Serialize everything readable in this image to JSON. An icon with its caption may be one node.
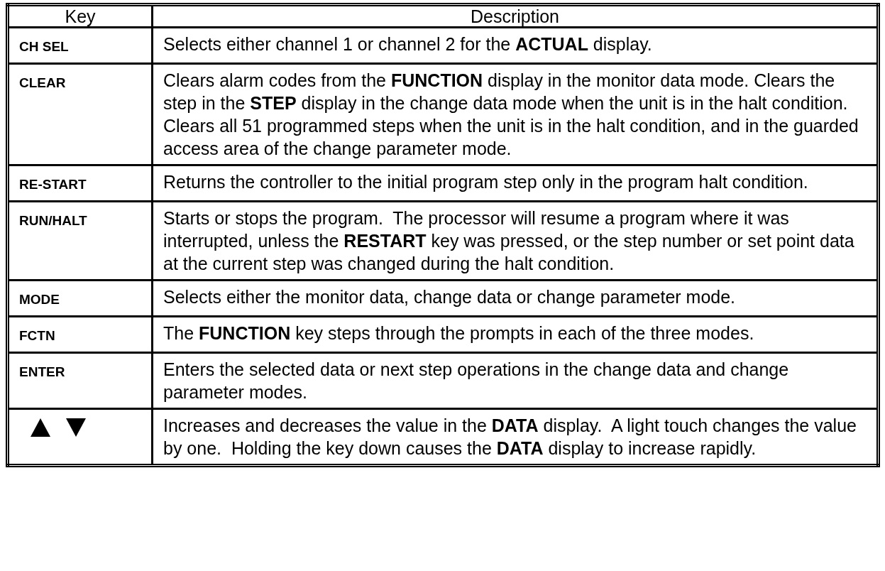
{
  "diagram": {
    "labels": [
      "Key",
      "Description",
      "CH SEL",
      "Selects either channel 1 or channel 2 for the **ACTUAL** display.",
      "CLEAR",
      "Clears alarm codes from the **FUNCTION** display in the monitor data mode. Clears the step in the **STEP** display in the change data mode when the unit is in the halt condition.  Clears all 51 programmed steps when the unit is in the halt condition, and in the guarded access area of the change parameter mode.",
      "RE-START",
      "Returns the controller to the initial program step only in the program halt condition.",
      "RUN/HALT",
      "Starts or stops the program.  The processor will resume a program where it was interrupted, unless the **RESTART** key was pressed, or the step number or set point data at the current step was changed during the halt condition.",
      "MODE",
      "Selects either the monitor data, change data or change parameter mode.",
      "FCTN",
      "The **FUNCTION** key steps through the prompts in each of the three modes.",
      "ENTER",
      "Enters the selected data or next step operations in the change data and change parameter modes.",
      "Increases and decreases the value in the **DATA** display.  A light touch changes the value by one.  Holding the key down causes the **DATA** display to increase rapidly."
    ]
  }
}
